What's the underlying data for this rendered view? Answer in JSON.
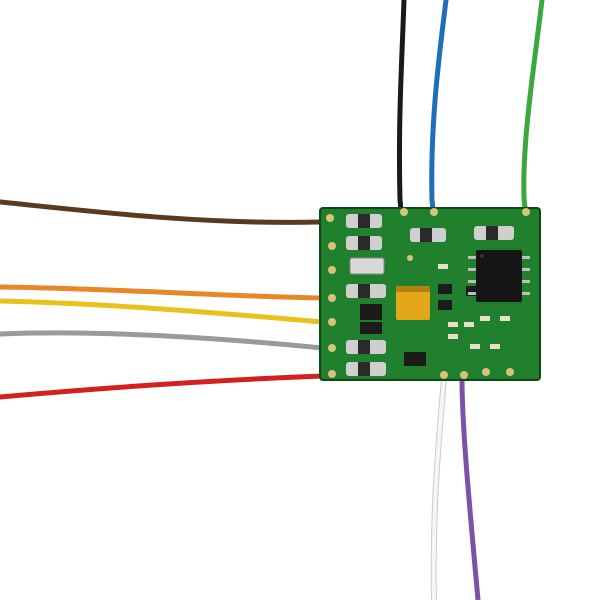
{
  "scene": {
    "subject": "decoder-circuit-board",
    "background_color": "#ffffff",
    "board_color": "#1f7a2a",
    "wires": [
      {
        "name": "black",
        "color": "#1a1a1a"
      },
      {
        "name": "blue",
        "color": "#1f6fb8"
      },
      {
        "name": "green",
        "color": "#3aa83a"
      },
      {
        "name": "brown",
        "color": "#5a3a1e"
      },
      {
        "name": "orange",
        "color": "#e8862a"
      },
      {
        "name": "yellow",
        "color": "#e8c21a"
      },
      {
        "name": "grey",
        "color": "#9a9a9a"
      },
      {
        "name": "red",
        "color": "#d42020"
      },
      {
        "name": "white",
        "color": "#f4f4f4"
      },
      {
        "name": "violet",
        "color": "#7a52a8"
      }
    ]
  }
}
